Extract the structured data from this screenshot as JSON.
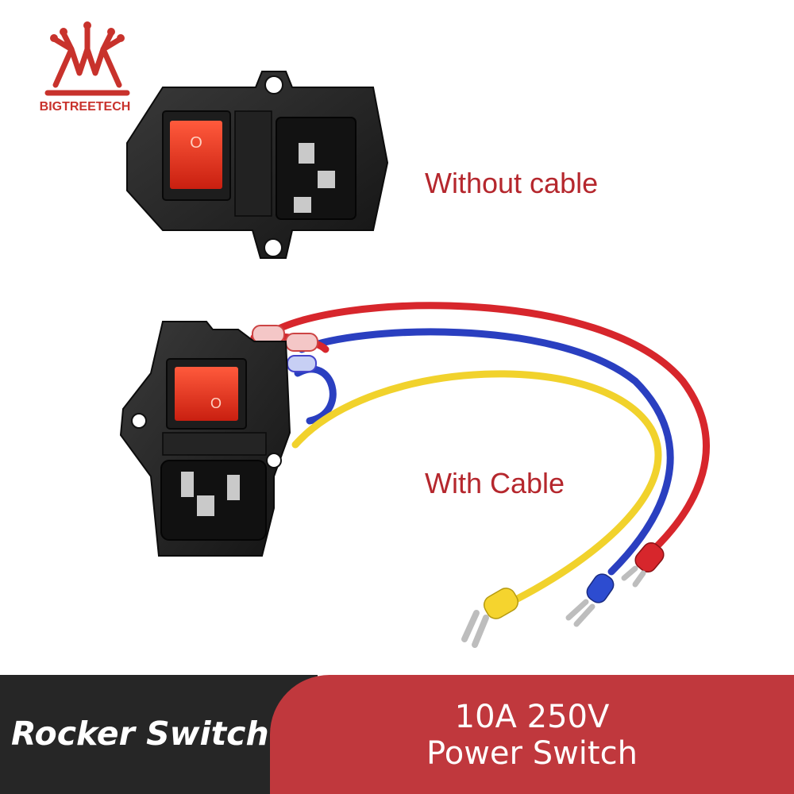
{
  "brand": {
    "name": "BIGTREETECH",
    "color": "#c8322c"
  },
  "captions": {
    "without_cable": "Without cable",
    "with_cable": "With Cable"
  },
  "banner": {
    "left_label": "Rocker Switch",
    "right_line1": "10A 250V",
    "right_line2": "Power Switch",
    "left_color": "#262626",
    "right_color": "#c0383d"
  },
  "switch": {
    "off_mark": "O",
    "wire_colors": [
      "#d7262c",
      "#2a3fc0",
      "#f1d22c"
    ]
  }
}
